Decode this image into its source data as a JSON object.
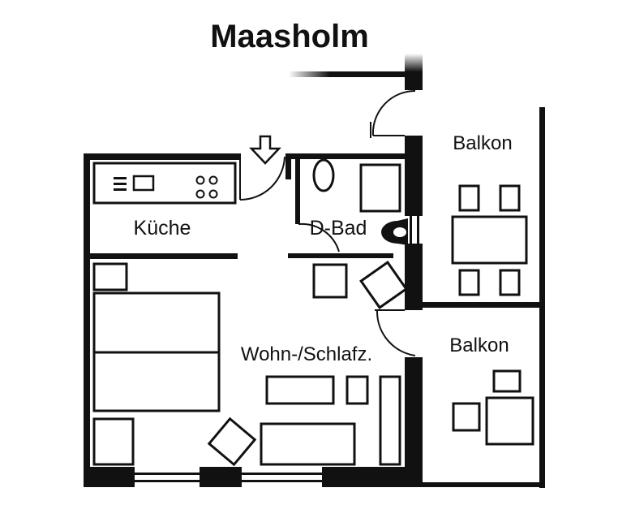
{
  "title": "Maasholm",
  "rooms": {
    "kitchen": "Küche",
    "bath": "D-Bad",
    "living": "Wohn-/Schlafz.",
    "balcony_top": "Balkon",
    "balcony_bottom": "Balkon"
  },
  "colors": {
    "wall": "#111111",
    "background": "#ffffff"
  },
  "icons": [
    "entrance-arrow-icon",
    "stove-icon",
    "toilet-icon",
    "sink-icon"
  ]
}
